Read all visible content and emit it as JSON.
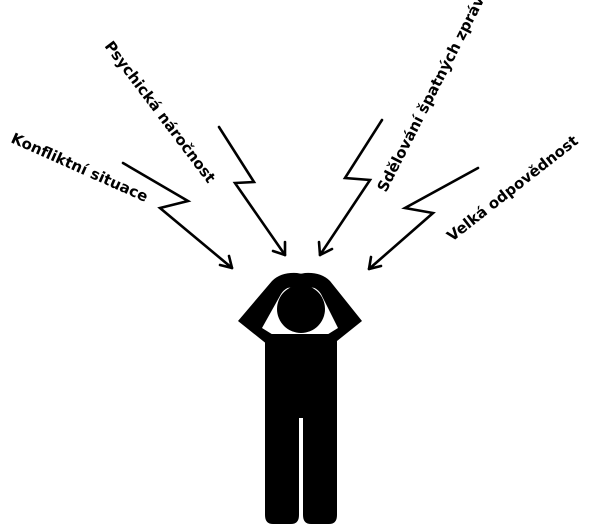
{
  "labels": {
    "conflict": "Konfliktní situace",
    "psychological": "Psychická náročnost",
    "bad_news": "Sdělování špatných zpráv",
    "responsibility": "Velká odpovědnost"
  },
  "colors": {
    "ink": "#000000",
    "background": "#ffffff"
  },
  "icons": {
    "person": "stressed-person-holding-head-icon",
    "arrow": "lightning-arrow-icon"
  }
}
